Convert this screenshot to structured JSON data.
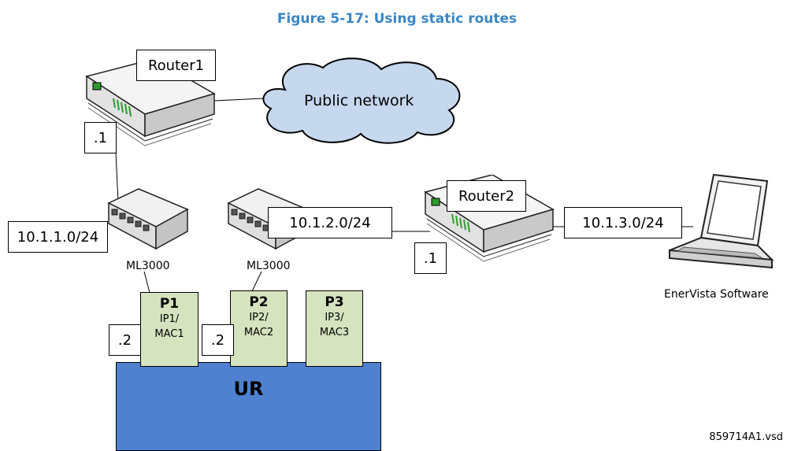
{
  "figure": {
    "title": "Figure 5-17: Using static routes",
    "file_id": "859714A1.vsd"
  },
  "devices": {
    "router1": {
      "label": "Router1",
      "icon": "router-icon"
    },
    "router2": {
      "label": "Router2",
      "icon": "router-icon"
    },
    "switch1": {
      "label": "ML3000",
      "icon": "switch-icon"
    },
    "switch2": {
      "label": "ML3000",
      "icon": "switch-icon"
    },
    "cloud": {
      "label": "Public network",
      "icon": "cloud-icon"
    },
    "laptop": {
      "label": "EnerVista Software",
      "icon": "laptop-icon"
    },
    "ur": {
      "label": "UR"
    }
  },
  "subnets": {
    "s1": "10.1.1.0/24",
    "s2": "10.1.2.0/24",
    "s3": "10.1.3.0/24"
  },
  "addresses": {
    "router1": ".1",
    "router2": ".1",
    "p1": ".2",
    "p2": ".2"
  },
  "ports": [
    {
      "name": "P1",
      "ip": "IP1/",
      "mac": "MAC1"
    },
    {
      "name": "P2",
      "ip": "IP2/",
      "mac": "MAC2"
    },
    {
      "name": "P3",
      "ip": "IP3/",
      "mac": "MAC3"
    }
  ],
  "colors": {
    "title": "#3a86c8",
    "port_fill": "#d5e3bf",
    "ur_fill": "#4f81d0",
    "cloud_fill": "#c6d8ee",
    "led": "#2e9a2e"
  }
}
